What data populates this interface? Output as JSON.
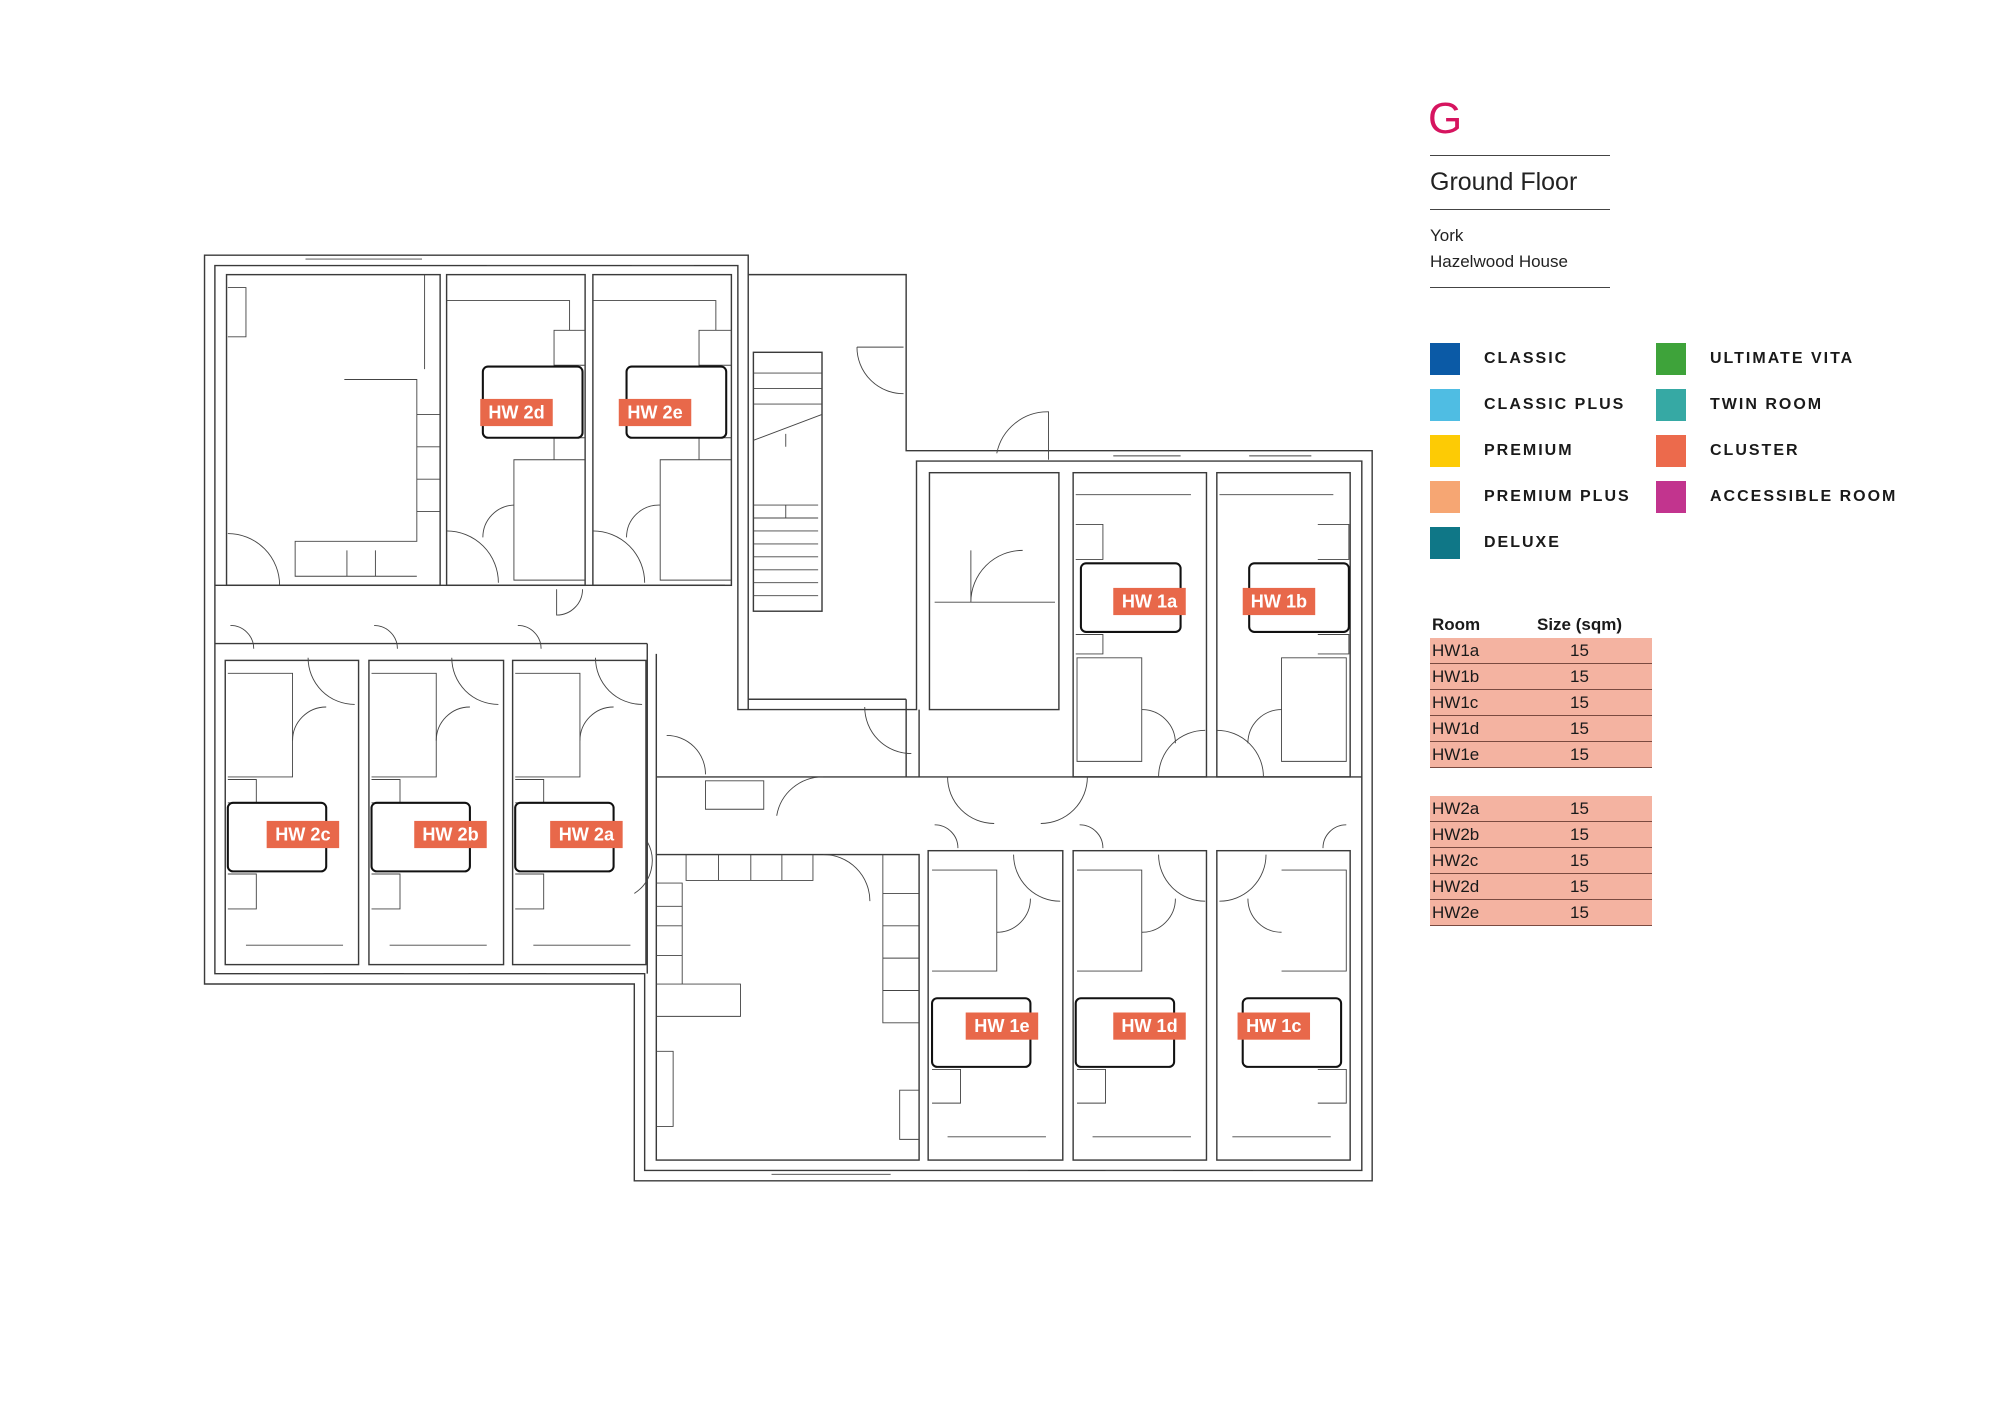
{
  "floor": {
    "letter": "G",
    "name": "Ground Floor",
    "city": "York",
    "building": "Hazelwood House",
    "accent_color": "#d6145f"
  },
  "legend": [
    {
      "label": "CLASSIC",
      "color": "#0b5aa6"
    },
    {
      "label": "CLASSIC PLUS",
      "color": "#4fbde3"
    },
    {
      "label": "PREMIUM",
      "color": "#fdcb05"
    },
    {
      "label": "PREMIUM PLUS",
      "color": "#f6a673"
    },
    {
      "label": "DELUXE",
      "color": "#0f7787"
    },
    {
      "label": "ULTIMATE VITA",
      "color": "#3ea33a"
    },
    {
      "label": "TWIN ROOM",
      "color": "#36a9a4"
    },
    {
      "label": "CLUSTER",
      "color": "#ec6a4c"
    },
    {
      "label": "ACCESSIBLE ROOM",
      "color": "#c2348e"
    }
  ],
  "table": {
    "headers": [
      "Room",
      "Size (sqm)"
    ],
    "group1": [
      [
        "HW1a",
        "15"
      ],
      [
        "HW1b",
        "15"
      ],
      [
        "HW1c",
        "15"
      ],
      [
        "HW1d",
        "15"
      ],
      [
        "HW1e",
        "15"
      ]
    ],
    "group2": [
      [
        "HW2a",
        "15"
      ],
      [
        "HW2b",
        "15"
      ],
      [
        "HW2c",
        "15"
      ],
      [
        "HW2d",
        "15"
      ],
      [
        "HW2e",
        "15"
      ]
    ],
    "row_color": "#f4b3a1"
  },
  "plan_labels": {
    "hw2d": "HW 2d",
    "hw2e": "HW 2e",
    "hw2c": "HW 2c",
    "hw2b": "HW 2b",
    "hw2a": "HW 2a",
    "hw1a": "HW 1a",
    "hw1b": "HW 1b",
    "hw1e": "HW 1e",
    "hw1d": "HW 1d",
    "hw1c": "HW 1c"
  }
}
